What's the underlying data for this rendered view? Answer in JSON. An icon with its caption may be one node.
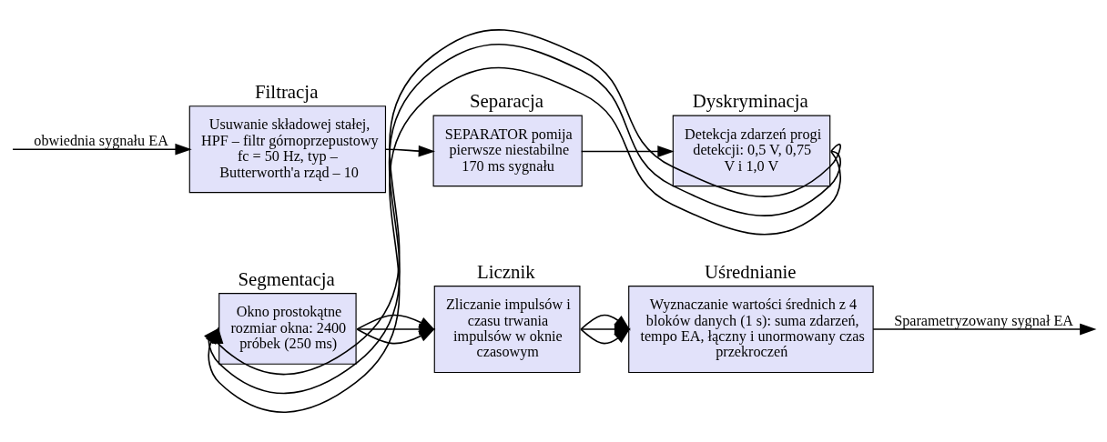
{
  "diagram": {
    "nodes": [
      {
        "text": [
          "Filtracja",
          "Usuwanie składowej stałej, HPF – filtr górnoprzepustowy fc = 50 Hz, typ – Butterworth'a rząd – 10"
        ]
      },
      {
        "text": [
          "Separacja",
          "SEPARATOR pomija pierwsze niestabilne 170 ms sygnału"
        ]
      },
      {
        "text": [
          "Dyskryminacja",
          "Detekcja zdarzeń progi detekcji: 0,5 V, 0,75 V i 1,0 V"
        ]
      },
      {
        "text": [
          "Segmentacja",
          "Okno prostokątne rozmiar okna: 2400 próbek (250 ms)"
        ]
      },
      {
        "text": [
          "Licznik",
          "Zliczanie impulsów i czasu trwania impulsów w oknie czasowym"
        ]
      },
      {
        "text": [
          "Uśrednianie",
          "Wyznaczanie wartości średnich z 4 bloków danych (1 s): suma zdarzeń, tempo EA, łączny i unormowany czas przekroczeń"
        ]
      }
    ],
    "edges": [
      {
        "from": null,
        "to": 0,
        "arrow": "to",
        "label": "obwiednia sygnału EA"
      },
      {
        "from": 0,
        "to": 1,
        "arrow": "to"
      },
      {
        "from": 1,
        "to": 2,
        "arrow": "to"
      },
      {
        "from": 2,
        "to": 3,
        "arrow": "to"
      },
      {
        "from": 2,
        "to": 3,
        "arrow": "to"
      },
      {
        "from": 2,
        "to": 3,
        "arrow": "to"
      },
      {
        "from": 3,
        "to": 4,
        "arrow": "to"
      },
      {
        "from": 3,
        "to": 4,
        "arrow": "to"
      },
      {
        "from": 3,
        "to": 4,
        "arrow": "to"
      },
      {
        "from": 4,
        "to": 5,
        "arrow": "to"
      },
      {
        "from": 4,
        "to": 5,
        "arrow": "to"
      },
      {
        "from": 4,
        "to": 5,
        "arrow": "to"
      },
      {
        "from": 5,
        "to": null,
        "arrow": "to",
        "label": "Sparametryzowany sygnał EA"
      }
    ]
  }
}
